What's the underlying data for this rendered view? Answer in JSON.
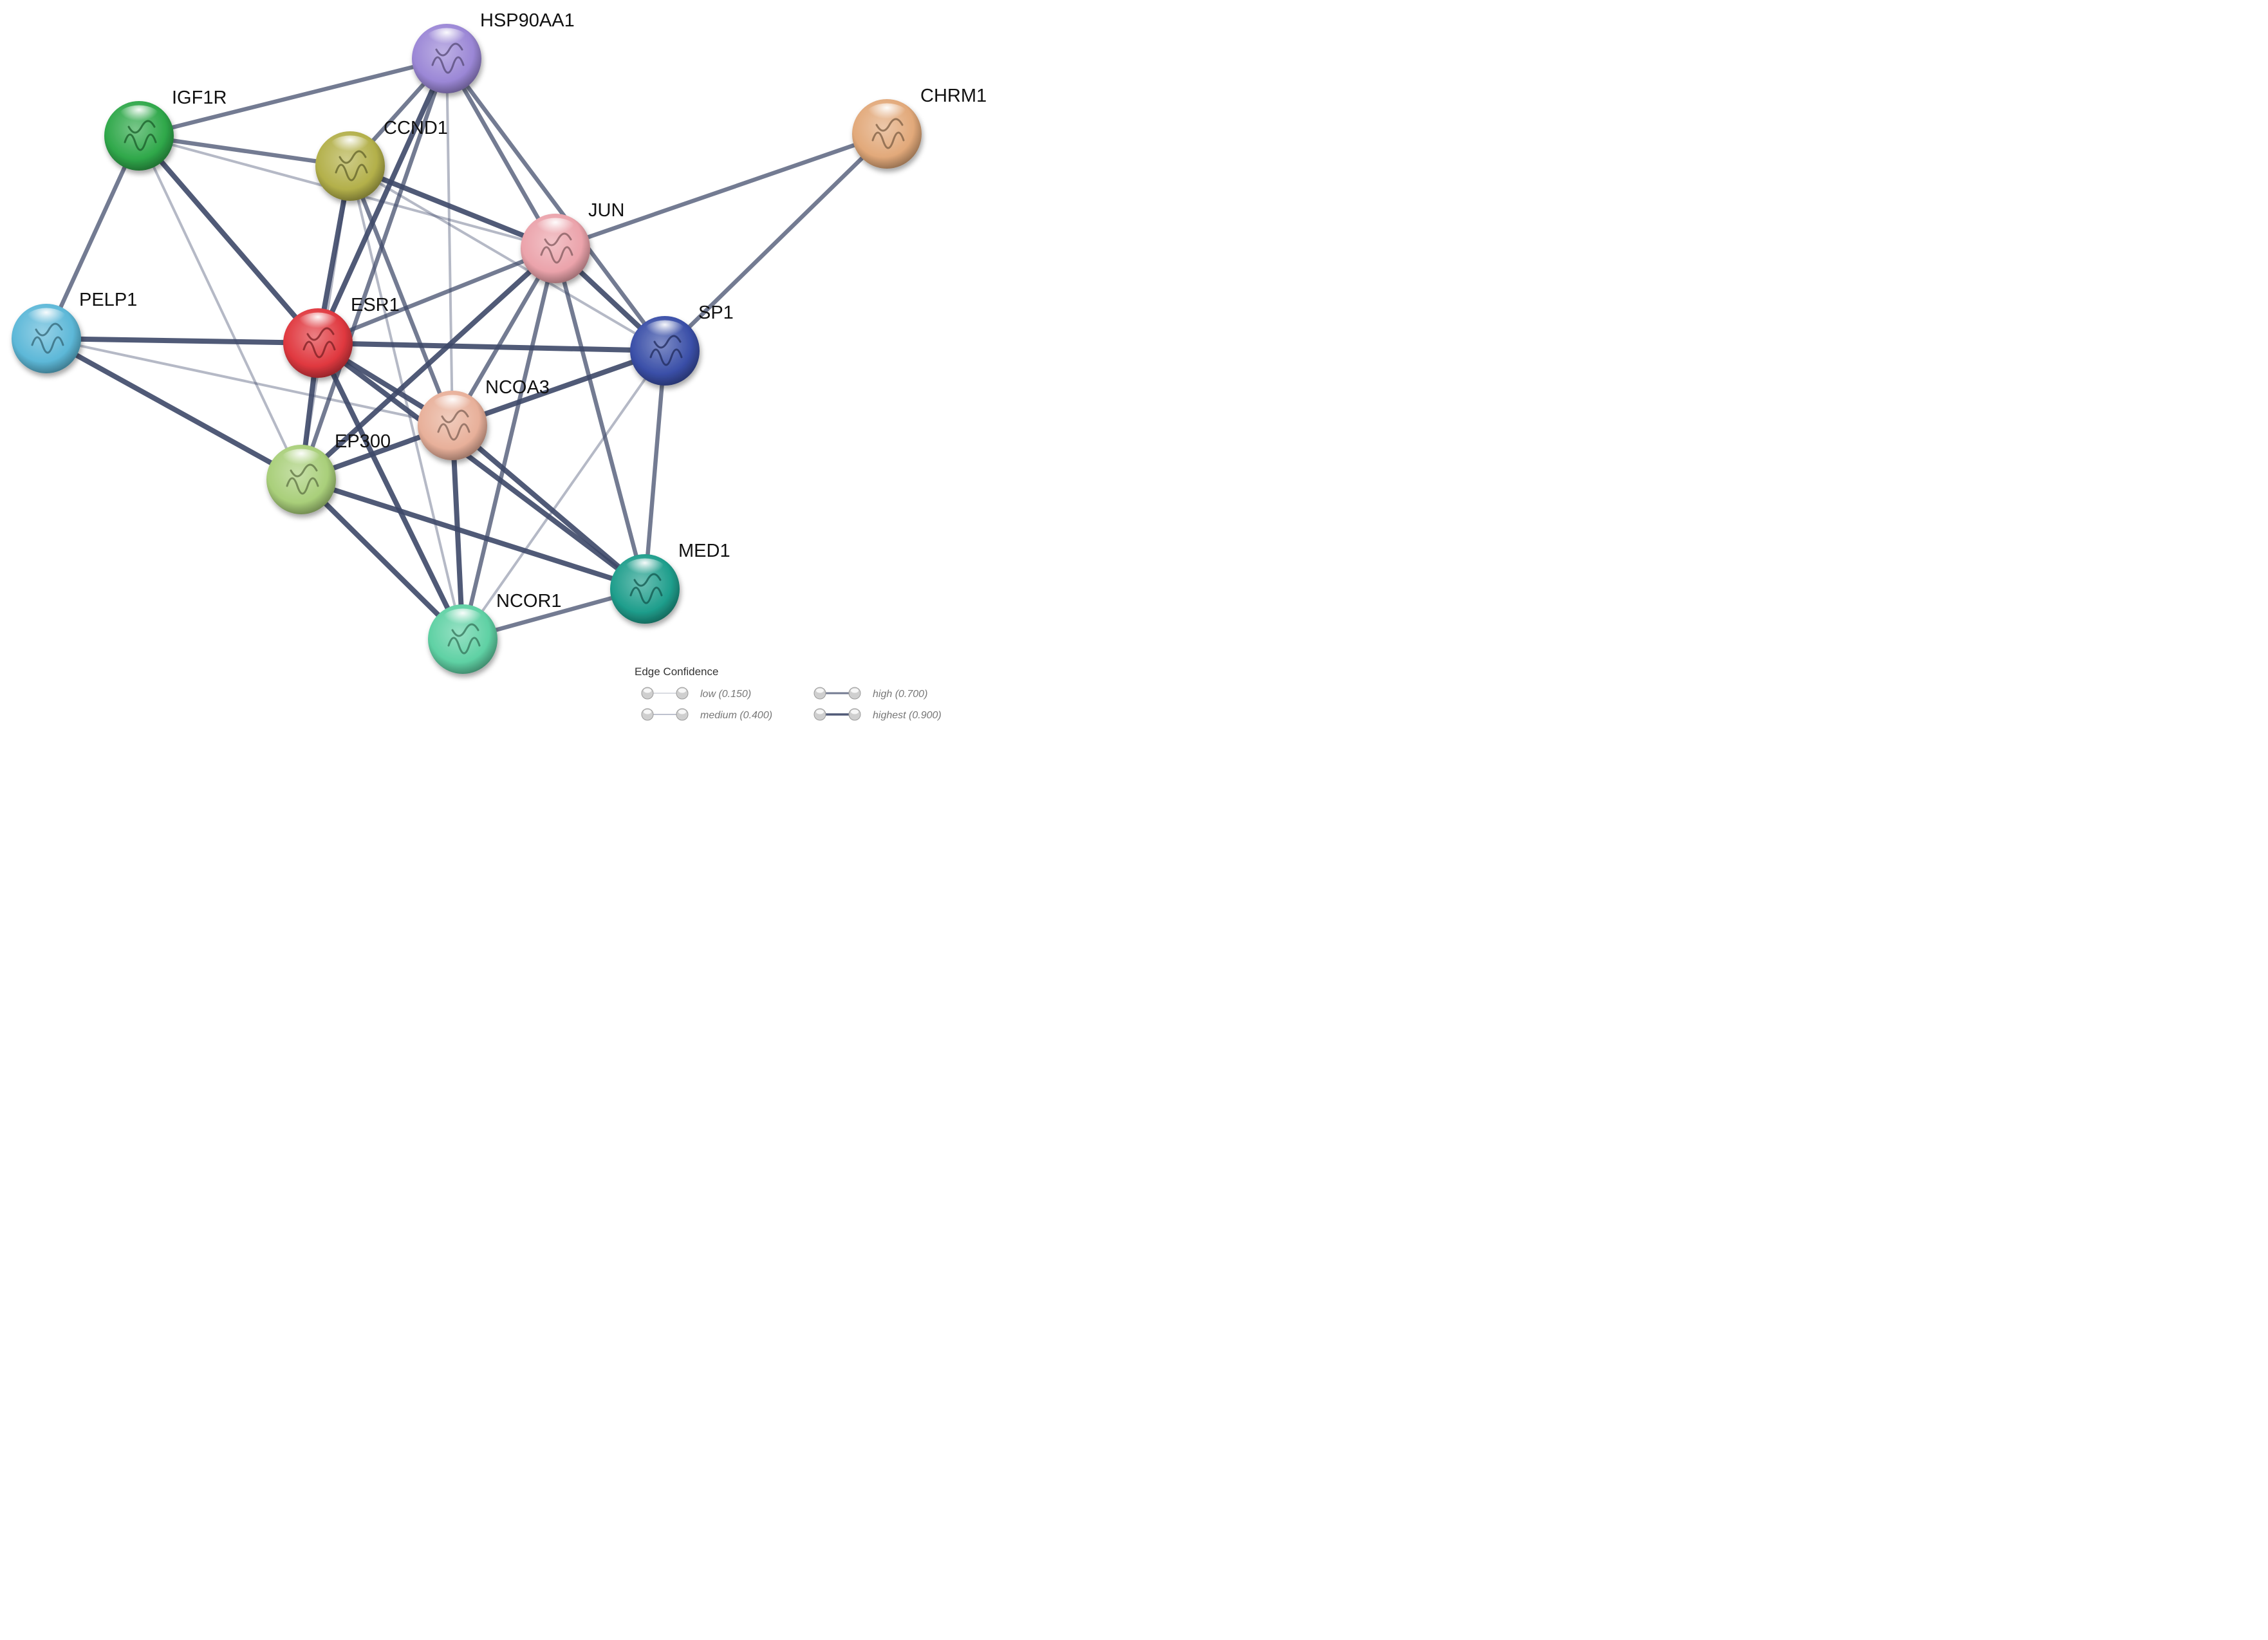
{
  "network": {
    "nodes": [
      {
        "id": "HSP90AA1",
        "label": "HSP90AA1",
        "color": "#9b87d6"
      },
      {
        "id": "IGF1R",
        "label": "IGF1R",
        "color": "#2fa84a"
      },
      {
        "id": "CCND1",
        "label": "CCND1",
        "color": "#b3b04a"
      },
      {
        "id": "CHRM1",
        "label": "CHRM1",
        "color": "#e2a97a"
      },
      {
        "id": "JUN",
        "label": "JUN",
        "color": "#eba3ab"
      },
      {
        "id": "PELP1",
        "label": "PELP1",
        "color": "#5db8d8"
      },
      {
        "id": "ESR1",
        "label": "ESR1",
        "color": "#e0383f"
      },
      {
        "id": "SP1",
        "label": "SP1",
        "color": "#3a4fa8"
      },
      {
        "id": "NCOA3",
        "label": "NCOA3",
        "color": "#e8b09a"
      },
      {
        "id": "EP300",
        "label": "EP300",
        "color": "#a9cf7a"
      },
      {
        "id": "MED1",
        "label": "MED1",
        "color": "#1f9e8c"
      },
      {
        "id": "NCOR1",
        "label": "NCOR1",
        "color": "#5fd1a4"
      }
    ],
    "edges": [
      {
        "source": "HSP90AA1",
        "target": "IGF1R",
        "confidence": 0.7
      },
      {
        "source": "HSP90AA1",
        "target": "CCND1",
        "confidence": 0.7
      },
      {
        "source": "HSP90AA1",
        "target": "ESR1",
        "confidence": 0.9
      },
      {
        "source": "HSP90AA1",
        "target": "EP300",
        "confidence": 0.7
      },
      {
        "source": "HSP90AA1",
        "target": "NCOA3",
        "confidence": 0.4
      },
      {
        "source": "HSP90AA1",
        "target": "JUN",
        "confidence": 0.7
      },
      {
        "source": "HSP90AA1",
        "target": "SP1",
        "confidence": 0.7
      },
      {
        "source": "IGF1R",
        "target": "CCND1",
        "confidence": 0.7
      },
      {
        "source": "IGF1R",
        "target": "JUN",
        "confidence": 0.4
      },
      {
        "source": "IGF1R",
        "target": "ESR1",
        "confidence": 0.9
      },
      {
        "source": "IGF1R",
        "target": "PELP1",
        "confidence": 0.7
      },
      {
        "source": "IGF1R",
        "target": "EP300",
        "confidence": 0.4
      },
      {
        "source": "CCND1",
        "target": "ESR1",
        "confidence": 0.9
      },
      {
        "source": "CCND1",
        "target": "JUN",
        "confidence": 0.9
      },
      {
        "source": "CCND1",
        "target": "SP1",
        "confidence": 0.4
      },
      {
        "source": "CCND1",
        "target": "NCOA3",
        "confidence": 0.7
      },
      {
        "source": "CCND1",
        "target": "NCOR1",
        "confidence": 0.4
      },
      {
        "source": "CCND1",
        "target": "EP300",
        "confidence": 0.4
      },
      {
        "source": "CHRM1",
        "target": "JUN",
        "confidence": 0.7
      },
      {
        "source": "CHRM1",
        "target": "SP1",
        "confidence": 0.7
      },
      {
        "source": "JUN",
        "target": "ESR1",
        "confidence": 0.7
      },
      {
        "source": "JUN",
        "target": "SP1",
        "confidence": 0.9
      },
      {
        "source": "JUN",
        "target": "EP300",
        "confidence": 0.9
      },
      {
        "source": "JUN",
        "target": "NCOA3",
        "confidence": 0.7
      },
      {
        "source": "JUN",
        "target": "NCOR1",
        "confidence": 0.7
      },
      {
        "source": "JUN",
        "target": "MED1",
        "confidence": 0.7
      },
      {
        "source": "PELP1",
        "target": "ESR1",
        "confidence": 0.9
      },
      {
        "source": "PELP1",
        "target": "EP300",
        "confidence": 0.9
      },
      {
        "source": "PELP1",
        "target": "NCOA3",
        "confidence": 0.4
      },
      {
        "source": "ESR1",
        "target": "SP1",
        "confidence": 0.9
      },
      {
        "source": "ESR1",
        "target": "EP300",
        "confidence": 0.9
      },
      {
        "source": "ESR1",
        "target": "NCOA3",
        "confidence": 0.9
      },
      {
        "source": "ESR1",
        "target": "NCOR1",
        "confidence": 0.9
      },
      {
        "source": "ESR1",
        "target": "MED1",
        "confidence": 0.9
      },
      {
        "source": "SP1",
        "target": "NCOA3",
        "confidence": 0.9
      },
      {
        "source": "SP1",
        "target": "MED1",
        "confidence": 0.7
      },
      {
        "source": "SP1",
        "target": "NCOR1",
        "confidence": 0.4
      },
      {
        "source": "NCOA3",
        "target": "EP300",
        "confidence": 0.9
      },
      {
        "source": "NCOA3",
        "target": "NCOR1",
        "confidence": 0.9
      },
      {
        "source": "NCOA3",
        "target": "MED1",
        "confidence": 0.9
      },
      {
        "source": "EP300",
        "target": "MED1",
        "confidence": 0.9
      },
      {
        "source": "EP300",
        "target": "NCOR1",
        "confidence": 0.9
      },
      {
        "source": "MED1",
        "target": "NCOR1",
        "confidence": 0.7
      }
    ]
  },
  "legend": {
    "title": "Edge Confidence",
    "items": [
      {
        "label": "low (0.150)",
        "confidence": 0.15
      },
      {
        "label": "medium (0.400)",
        "confidence": 0.4
      },
      {
        "label": "high (0.700)",
        "confidence": 0.7
      },
      {
        "label": "highest (0.900)",
        "confidence": 0.9
      }
    ]
  },
  "colors": {
    "edge": "#3d4868",
    "background": "#ffffff"
  }
}
